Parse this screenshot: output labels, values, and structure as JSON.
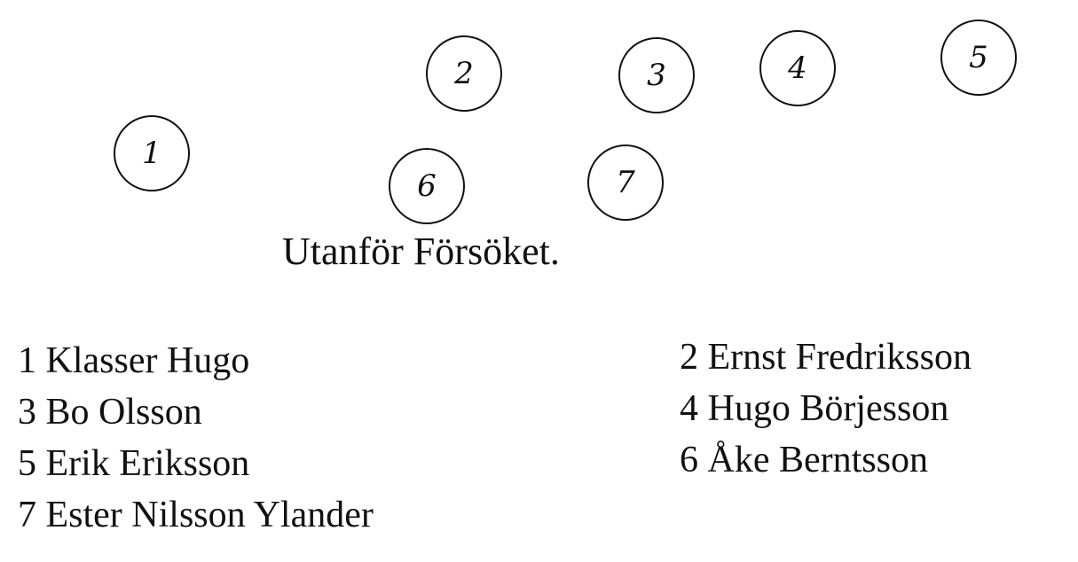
{
  "markers": [
    {
      "label": "1"
    },
    {
      "label": "2"
    },
    {
      "label": "3"
    },
    {
      "label": "4"
    },
    {
      "label": "5"
    },
    {
      "label": "6"
    },
    {
      "label": "7"
    }
  ],
  "title": "Utanför Försöket.",
  "legend": {
    "left": [
      "1 Klasser Hugo",
      "3 Bo Olsson",
      "5 Erik Eriksson",
      "7 Ester Nilsson Ylander"
    ],
    "right": [
      "2 Ernst Fredriksson",
      "4 Hugo Börjesson",
      "6 Åke Berntsson"
    ]
  }
}
